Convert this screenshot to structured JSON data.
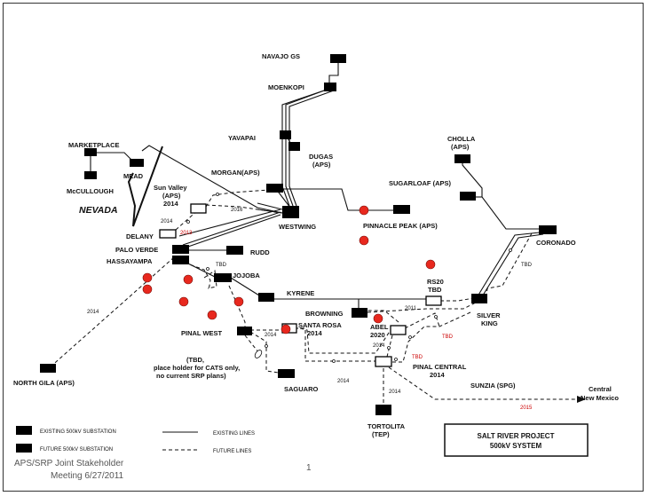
{
  "substations": {
    "navajo": "NAVAJO GS",
    "moenkopi": "MOENKOPI",
    "yavapai": "YAVAPAI",
    "dugas_1": "DUGAS",
    "dugas_2": "(APS)",
    "marketplace": "MARKETPLACE",
    "mccullough": "McCULLOUGH",
    "mead": "MEAD",
    "morgan": "MORGAN(APS)",
    "sunvalley_1": "Sun Valley",
    "sunvalley_2": "(APS)",
    "sunvalley_3": "2014",
    "westwing": "WESTWING",
    "pinnacle": "PINNACLE PEAK (APS)",
    "cholla_1": "CHOLLA",
    "cholla_2": "(APS)",
    "sugarloaf": "SUGARLOAF (APS)",
    "coronado": "CORONADO",
    "delany": "DELANY",
    "paloverde": "PALO VERDE",
    "hassayampa": "HASSAYAMPA",
    "rudd": "RUDD",
    "jojoba": "JOJOBA",
    "kyrene": "KYRENE",
    "rs20_1": "RS20",
    "rs20_2": "TBD",
    "browning": "BROWNING",
    "silverking_1": "SILVER",
    "silverking_2": "KING",
    "santarosa_1": "SANTA ROSA",
    "santarosa_2": "2014",
    "abel_1": "ABEL",
    "abel_2": "2020",
    "pinalwest": "PINAL WEST",
    "tbd_note_1": "(TBD,",
    "tbd_note_2": "place holder for CATS only,",
    "tbd_note_3": "no current SRP plans)",
    "pinalcentral_1": "PINAL CENTRAL",
    "pinalcentral_2": "2014",
    "saguaro": "SAGUARO",
    "sunzia": "SUNZIA (SPG)",
    "centralnm_1": "Central",
    "centralnm_2": "New Mexico",
    "northgila": "NORTH GILA (APS)",
    "tortolita_1": "TORTOLITA",
    "tortolita_2": "(TEP)"
  },
  "region_label": "NEVADA",
  "year_labels": {
    "y2016": "2016",
    "y2014_delany": "2014",
    "y2013": "2013",
    "tbd_hass": "TBD",
    "tbd_coronado": "TBD",
    "y2014_northgila": "2014",
    "y2011": "2011",
    "y2014_pinal": "2014",
    "y2014_abel": "2014",
    "y2014_tortolita": "2014",
    "y2014_saguaro": "2014",
    "tbd_red_abel": "TBD",
    "tbd_red_pinal": "TBD",
    "y2015": "2015"
  },
  "legend": {
    "existing_substation": "EXISTING 500kV SUBSTATION",
    "future_substation": "FUTURE 500kV SUBSTATION",
    "existing_lines": "EXISTING LINES",
    "future_lines": "FUTURE LINES"
  },
  "title_box": {
    "line1": "SALT RIVER PROJECT",
    "line2": "500kV SYSTEM"
  },
  "footer": {
    "line1": "APS/SRP Joint Stakeholder",
    "line2": "Meeting 6/27/2011",
    "page_number": "1"
  },
  "colors": {
    "station": "#000000",
    "future_marker": "#e8281e",
    "highlight_text": "#cc0000"
  }
}
